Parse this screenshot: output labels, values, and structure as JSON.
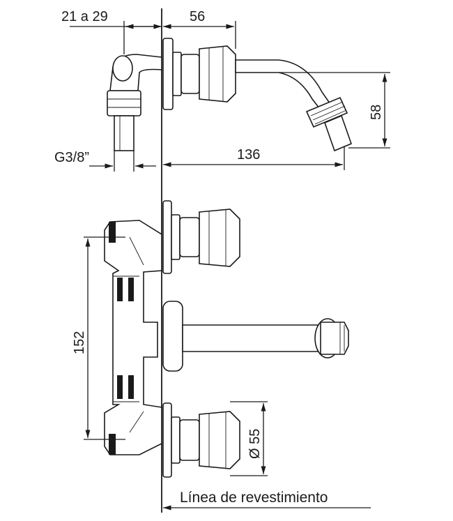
{
  "dimensions": {
    "inlet_depth": "21 a 29",
    "spout_projection": "56",
    "spout_drop": "58",
    "overall_length": "136",
    "thread": "G3/8”",
    "centers": "152",
    "handle_diameter": "Ø 55"
  },
  "caption": "Línea de revestimiento"
}
